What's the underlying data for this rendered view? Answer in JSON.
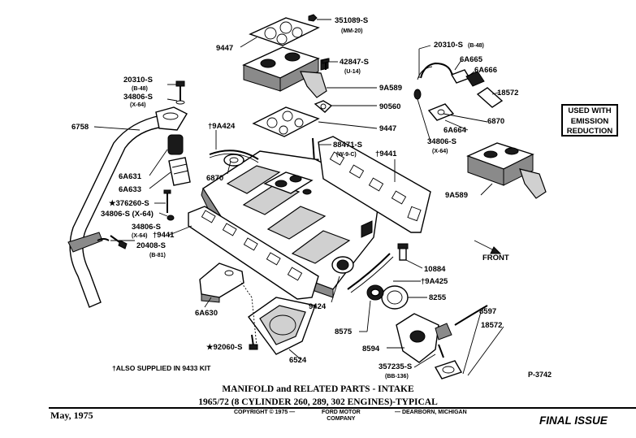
{
  "diagram": {
    "callouts": {
      "c351089s": "351089-S",
      "c351089s_sub": "(MM-20)",
      "c9447top": "9447",
      "c42847s": "42847-S",
      "c42847s_sub": "(U-14)",
      "c9a589center": "9A589",
      "c90560": "90560",
      "c9447mid": "9447",
      "c88471s": "88471-S",
      "c88471s_sub": "(W-9-C)",
      "c9441right": "†9441",
      "c20310s_left": "20310-S",
      "c20310s_left_sub": "(B-48)",
      "c34806s_left": "34806-S",
      "c34806s_left_sub": "(X-64)",
      "c6758": "6758",
      "c9a424": "†9A424",
      "c6a631": "6A631",
      "c6870left": "6870",
      "c6a633": "6A633",
      "c376260s": "★376260-S",
      "c34806s_mid": "34806-S (X-64)",
      "c34806s_low": "34806-S",
      "c34806s_low_sub": "(X-64)",
      "c9441left": "†9441",
      "c20408s": "20408-S",
      "c20408s_sub": "(B-81)",
      "c6a630": "6A630",
      "c92060s": "★92060-S",
      "c6524": "6524",
      "c9424": "9424",
      "c8575": "8575",
      "c8594": "8594",
      "c357235s": "357235-S",
      "c357235s_sub": "(BB-136)",
      "c8597": "8597",
      "c18572low": "18572",
      "c8255": "8255",
      "c9a425": "†9A425",
      "c10884": "10884",
      "front": "FRONT",
      "c20310s_right": "20310-S",
      "c20310s_right_sub": "(B-48)",
      "c6a665": "6A665",
      "c6a666": "6A666",
      "c18572top": "18572",
      "c6870right": "6870",
      "c6a664": "6A664",
      "c34806s_right": "34806-S",
      "c34806s_right_sub": "(X-64)",
      "c9a589right": "9A589"
    },
    "emission_box": [
      "USED WITH",
      "EMISSION",
      "REDUCTION"
    ],
    "footnote": "†ALSO SUPPLIED IN 9433 KIT",
    "plate_number": "P-3742"
  },
  "title": {
    "line1": "MANIFOLD and RELATED PARTS - INTAKE",
    "line2": "1965/72 (8 CYLINDER 260, 289, 302 ENGINES)-TYPICAL"
  },
  "footer": {
    "date": "May, 1975",
    "copyright": "COPYRIGHT © 1975 —",
    "company_line1": "FORD MOTOR",
    "company_line2": "COMPANY",
    "location": "— DEARBORN, MICHIGAN",
    "status": "FINAL ISSUE"
  }
}
